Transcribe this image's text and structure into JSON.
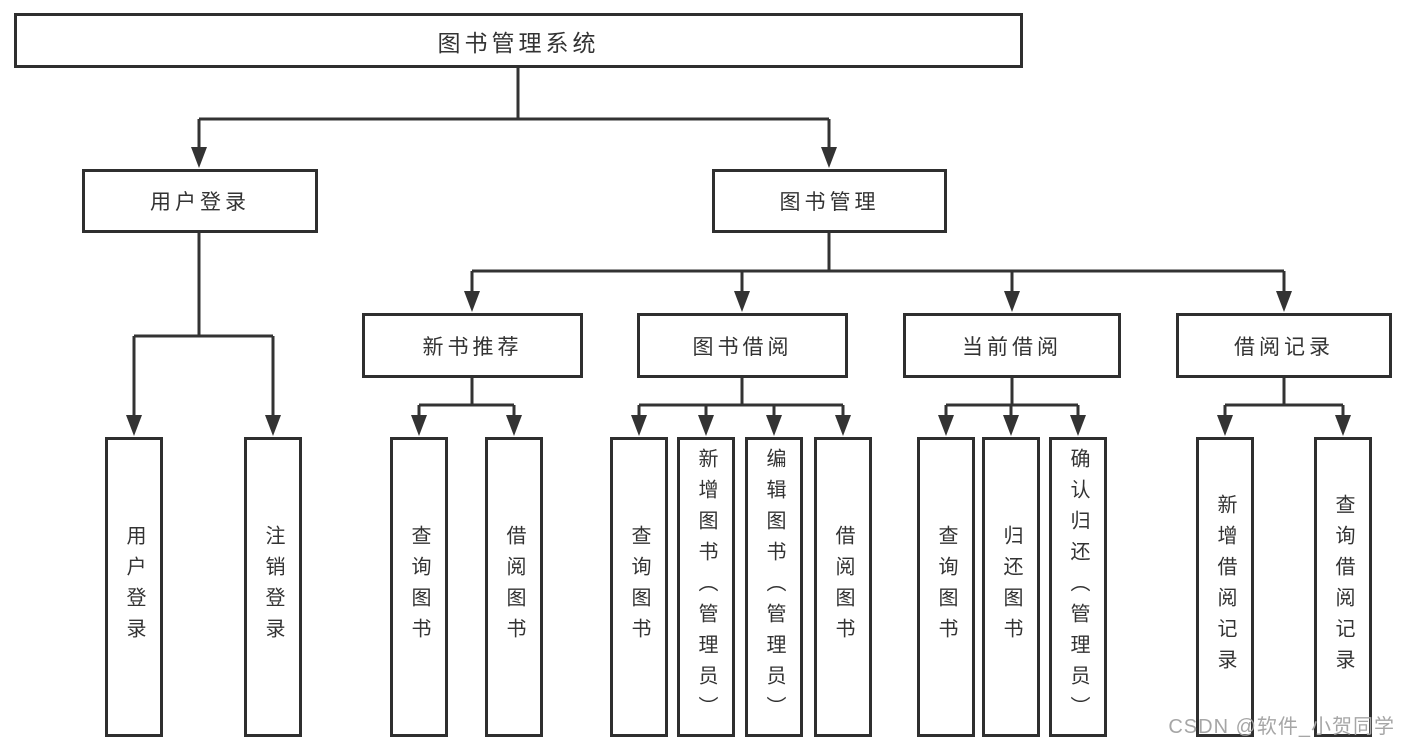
{
  "colors": {
    "line_color": "#333333",
    "box_border": "#2f2f2f",
    "box_fill": "#ffffff",
    "text_color": "#333333",
    "watermark_color": "#a6a6a6",
    "background": "#ffffff"
  },
  "watermark": {
    "text": "CSDN @软件_小贺同学"
  },
  "tree": {
    "root": {
      "label": "图书管理系统"
    },
    "branches": [
      {
        "label": "用户登录",
        "children": [
          {
            "label": "用户登录"
          },
          {
            "label": "注销登录"
          }
        ]
      },
      {
        "label": "图书管理",
        "children": [
          {
            "label": "新书推荐",
            "children": [
              {
                "label": "查询图书"
              },
              {
                "label": "借阅图书"
              }
            ]
          },
          {
            "label": "图书借阅",
            "children": [
              {
                "label": "查询图书"
              },
              {
                "label": "新增图书（管理员）"
              },
              {
                "label": "编辑图书（管理员）"
              },
              {
                "label": "借阅图书"
              }
            ]
          },
          {
            "label": "当前借阅",
            "children": [
              {
                "label": "查询图书"
              },
              {
                "label": "归还图书"
              },
              {
                "label": "确认归还（管理员）"
              }
            ]
          },
          {
            "label": "借阅记录",
            "children": [
              {
                "label": "新增借阅记录"
              },
              {
                "label": "查询借阅记录"
              }
            ]
          }
        ]
      }
    ]
  }
}
